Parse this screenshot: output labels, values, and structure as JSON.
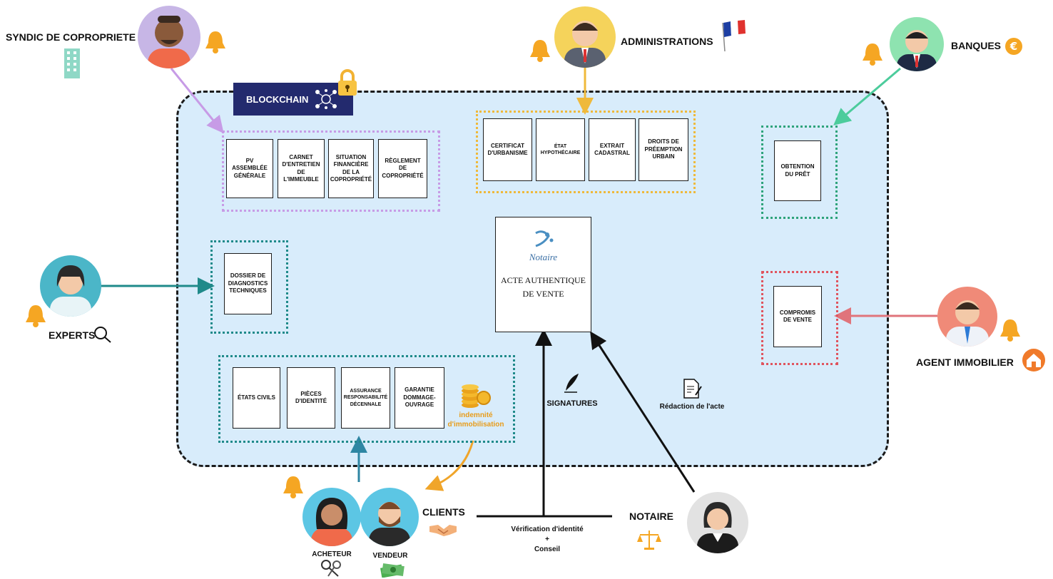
{
  "colors": {
    "zone_fill": "#d8ecfb",
    "syndic": "#c79be6",
    "administrations": "#efb93b",
    "banques": "#4ccc9c",
    "agent": "#e0747b",
    "experts": "#1f8a8a",
    "clients": "#2e8b8b",
    "blockchain": "#232a6e",
    "bell": "#f5a623"
  },
  "blockchain": {
    "label": "BLOCKCHAIN"
  },
  "actors": {
    "syndic": "SYNDIC DE COPROPRIETE",
    "administrations": "ADMINISTRATIONS",
    "banques": "BANQUES",
    "experts": "EXPERTS",
    "agent": "AGENT IMMOBILIER",
    "clients": "CLIENTS",
    "acheteur": "ACHETEUR",
    "vendeur": "VENDEUR",
    "notaire": "NOTAIRE"
  },
  "syndic_docs": [
    "PV ASSEMBLÉE GÉNÉRALE",
    "CARNET D'ENTRETIEN DE L'IMMEUBLE",
    "SITUATION FINANCIÈRE DE LA COPROPRIÉTÉ",
    "RÈGLEMENT DE COPROPRIÉTÉ"
  ],
  "admin_docs": [
    "CERTIFICAT D'URBANISME",
    "ÉTAT HYPOTHÉCAIRE",
    "EXTRAIT CADASTRAL",
    "DROITS DE PRÉEMPTION URBAIN"
  ],
  "bank_doc": "OBTENTION DU PRÊT",
  "expert_doc": "DOSSIER DE DIAGNOSTICS TECHNIQUES",
  "agent_doc": "COMPROMIS DE VENTE",
  "client_docs": [
    "ÉTATS CIVILS",
    "PIÈCES D'IDENTITÉ",
    "ASSURANCE RESPONSABILITÉ DÉCENNALE",
    "GARANTIE DOMMAGE-OUVRAGE"
  ],
  "indemnite": "indemnité d'immobilisation",
  "acte": {
    "logo": "Notaire",
    "line1": "ACTE AUTHENTIQUE",
    "line2": "DE VENTE"
  },
  "signatures": "SIGNATURES",
  "redaction": "Rédaction de l'acte",
  "verification": {
    "line1": "Vérification d'identité",
    "line2": "+",
    "line3": "Conseil"
  },
  "icons": [
    "bell-icon",
    "building-icon",
    "lock-icon",
    "france-flag-icon",
    "euro-icon",
    "search-icon",
    "house-icon",
    "coins-icon",
    "quill-icon",
    "document-edit-icon",
    "handshake-icon",
    "scales-icon",
    "keys-icon",
    "money-icon"
  ]
}
